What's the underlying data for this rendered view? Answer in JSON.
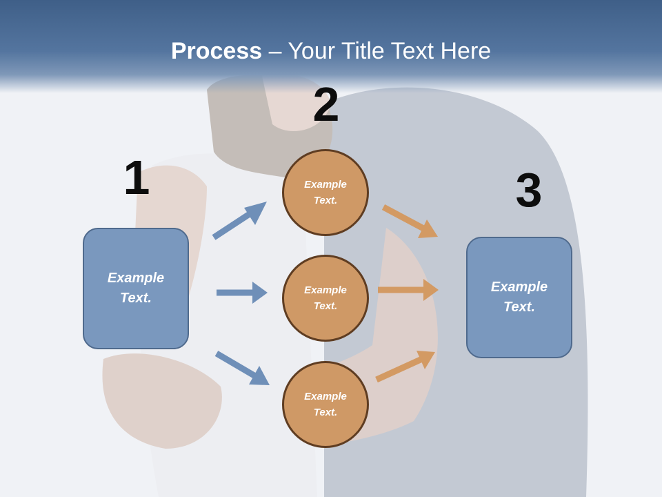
{
  "title": {
    "bold": "Process",
    "rest": " – Your Title Text Here"
  },
  "numbers": [
    "1",
    "2",
    "3"
  ],
  "left_box": {
    "text": "Example Text."
  },
  "circles": [
    {
      "text": "Example Text."
    },
    {
      "text": "Example Text."
    },
    {
      "text": "Example Text."
    }
  ],
  "right_box": {
    "text": "Example Text."
  },
  "colors": {
    "header": "#54759f",
    "box_fill": "#7a98be",
    "circle_fill": "#cf9966",
    "blue_arrow": "#6f8fb8",
    "orange_arrow": "#d39a63"
  }
}
